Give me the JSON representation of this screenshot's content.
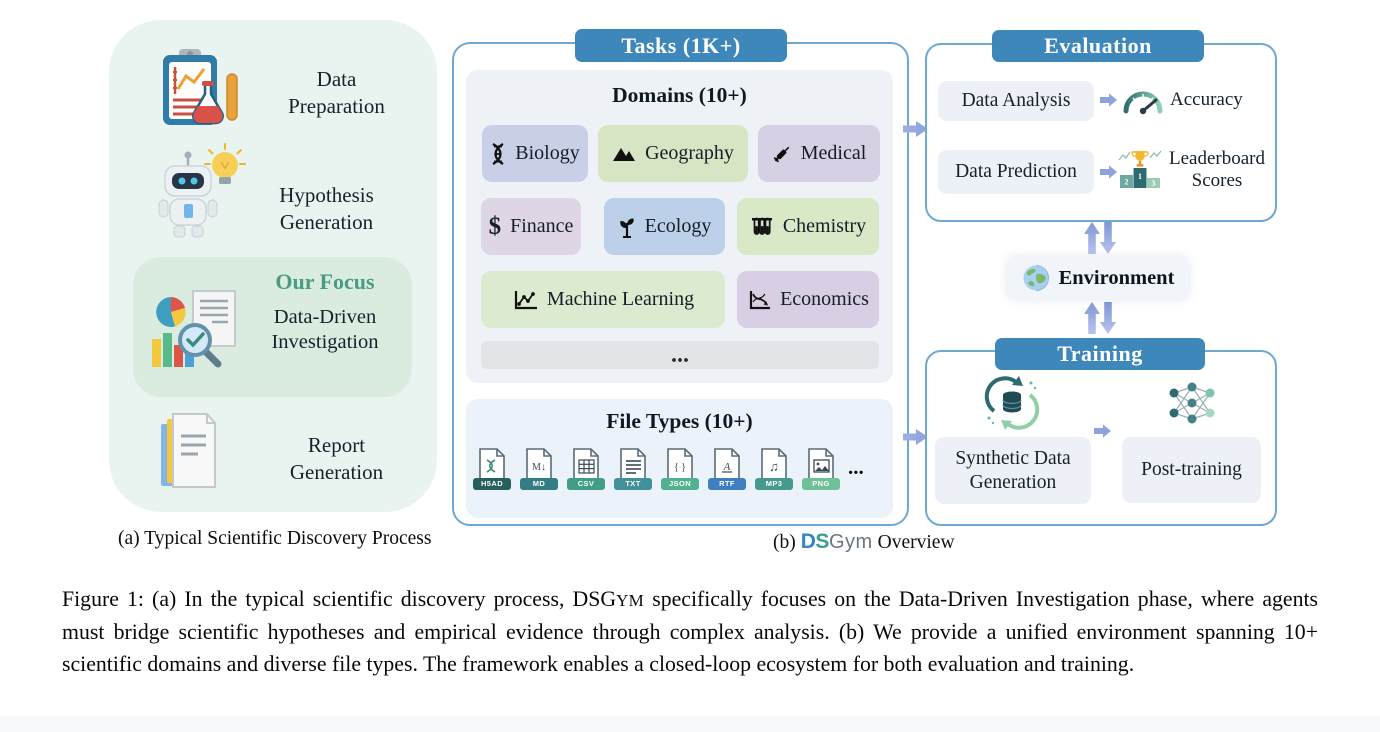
{
  "panel_a": {
    "caption": "(a) Typical Scientific Discovery Process",
    "bg_color": "#e9f4f0",
    "steps": {
      "data_preparation": {
        "line1": "Data",
        "line2": "Preparation"
      },
      "hypothesis_generation": {
        "line1": "Hypothesis",
        "line2": "Generation"
      },
      "report_generation": {
        "line1": "Report",
        "line2": "Generation"
      }
    },
    "focus": {
      "title": "Our Focus",
      "title_color": "#4a9b82",
      "line1": "Data-Driven",
      "line2": "Investigation",
      "bg_color": "#d9ecdf"
    }
  },
  "tasks": {
    "banner": "Tasks (1K+)",
    "banner_color": "#3e87bb",
    "domains": {
      "title": "Domains (10+)",
      "items": [
        {
          "label": "Biology",
          "bg": "#c9cfe7"
        },
        {
          "label": "Geography",
          "bg": "#d8e5c4"
        },
        {
          "label": "Medical",
          "bg": "#d7cfe4"
        },
        {
          "label": "Finance",
          "bg": "#ded5e5"
        },
        {
          "label": "Ecology",
          "bg": "#bdd0e9"
        },
        {
          "label": "Chemistry",
          "bg": "#d9e8c6"
        },
        {
          "label": "Machine Learning",
          "bg": "#dcead0"
        },
        {
          "label": "Economics",
          "bg": "#d8cfe5"
        }
      ],
      "more": "..."
    },
    "file_types": {
      "title": "File Types (10+)",
      "items": [
        {
          "label": "H5AD",
          "badge": "#275f5d"
        },
        {
          "label": "MD",
          "glyph": "M↓",
          "badge": "#357d84"
        },
        {
          "label": "CSV",
          "badge": "#3f9e85"
        },
        {
          "label": "TXT",
          "badge": "#42909b"
        },
        {
          "label": "JSON",
          "glyph": "{ }",
          "badge": "#51b18d"
        },
        {
          "label": "RTF",
          "glyph": "A",
          "badge": "#3f7fc0"
        },
        {
          "label": "MP3",
          "glyph": "♫",
          "badge": "#469a8d"
        },
        {
          "label": "PNG",
          "badge": "#6fc096"
        }
      ],
      "more": "..."
    }
  },
  "evaluation": {
    "banner": "Evaluation",
    "rows": [
      {
        "chip": "Data Analysis",
        "result": "Accuracy"
      },
      {
        "chip": "Data Prediction",
        "result_line1": "Leaderboard",
        "result_line2": "Scores",
        "podium": {
          "left": "2",
          "center": "1",
          "right": "3"
        }
      }
    ]
  },
  "environment": {
    "label": "Environment"
  },
  "training": {
    "banner": "Training",
    "synthetic_chip": {
      "line1": "Synthetic Data",
      "line2": "Generation"
    },
    "post_chip": "Post-training"
  },
  "caption_b": {
    "prefix": "(b)",
    "logo_d": "D",
    "logo_d_color": "#3584c6",
    "logo_s": "S",
    "logo_s_color": "#36a08e",
    "logo_gym": "Gym",
    "suffix": "Overview"
  },
  "figure_caption": {
    "seg1": "Figure 1: (a) In the typical scientific discovery process, DSG",
    "smallcaps": "YM",
    "seg2": " specifically focuses on the Data-Driven Investigation phase, where agents must bridge scientific hypotheses and empirical evidence through complex analysis. (b) We provide a unified environment spanning 10+ scientific domains and diverse file types. The framework enables a closed-loop ecosystem for both evaluation and training."
  }
}
